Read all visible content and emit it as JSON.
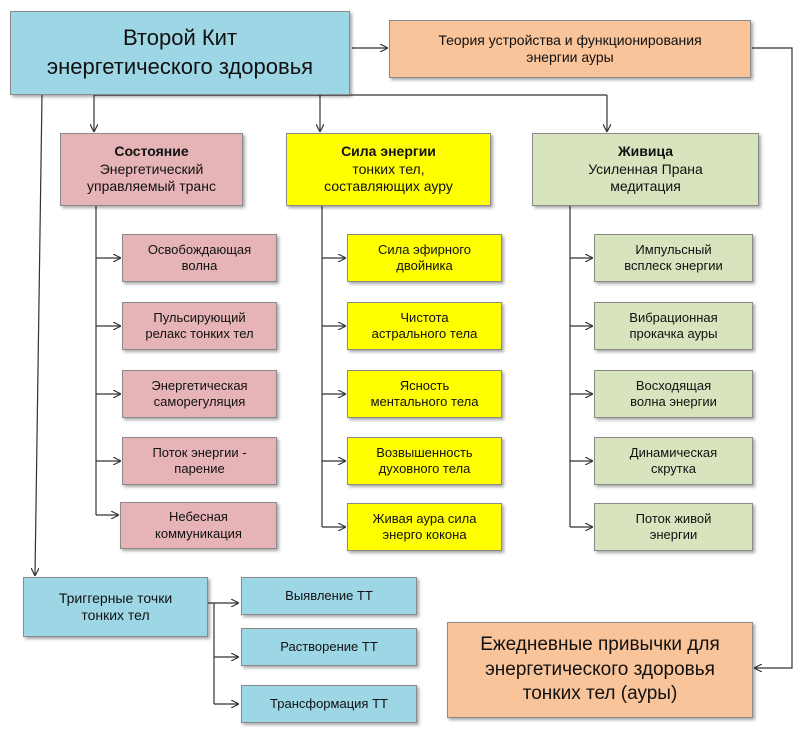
{
  "main_title": {
    "line1": "Второй Кит",
    "line2": "энергетического здоровья"
  },
  "theory": {
    "line1": "Теория устройства и функционирования",
    "line2": "энергии ауры"
  },
  "branches": [
    {
      "title": "Состояние",
      "line2": "Энергетический",
      "line3": "управляемый транс",
      "items": [
        [
          "Освобождающая",
          "волна"
        ],
        [
          "Пульсирующий",
          "релакс тонких тел"
        ],
        [
          "Энергетическая",
          "саморегуляция"
        ],
        [
          "Поток энергии -",
          "парение"
        ],
        [
          "Небесная",
          "коммуникация"
        ]
      ]
    },
    {
      "title": "Сила энергии",
      "line2": "тонких тел,",
      "line3": "составляющих ауру",
      "items": [
        [
          "Сила эфирного",
          "двойника"
        ],
        [
          "Чистота",
          "астрального тела"
        ],
        [
          "Ясность",
          "ментального тела"
        ],
        [
          "Возвышенность",
          "духовного тела"
        ],
        [
          "Живая аура сила",
          "энерго кокона"
        ]
      ]
    },
    {
      "title": "Живица",
      "line2": "Усиленная Прана",
      "line3": "медитация",
      "items": [
        [
          "Импульсный",
          "всплеск энергии"
        ],
        [
          "Вибрационная",
          "прокачка ауры"
        ],
        [
          "Восходящая",
          "волна энергии"
        ],
        [
          "Динамическая",
          "скрутка"
        ],
        [
          "Поток живой",
          "энергии"
        ]
      ]
    }
  ],
  "triggers": {
    "title": {
      "line1": "Триггерные точки",
      "line2": "тонких тел"
    },
    "items": [
      "Выявление ТТ",
      "Растворение ТТ",
      "Трансформация ТТ"
    ]
  },
  "habits": {
    "line1": "Ежедневные привычки для",
    "line2": "энергетического здоровья",
    "line3": "тонких тел (ауры)"
  },
  "colors": {
    "main": "#9dd7e6",
    "theory": "#f9c49a",
    "state": "#e6b4b6",
    "power": "#ffff00",
    "zhivitsa": "#d7e4bd",
    "triggers": "#9dd7e6",
    "habits": "#f9c49a"
  }
}
